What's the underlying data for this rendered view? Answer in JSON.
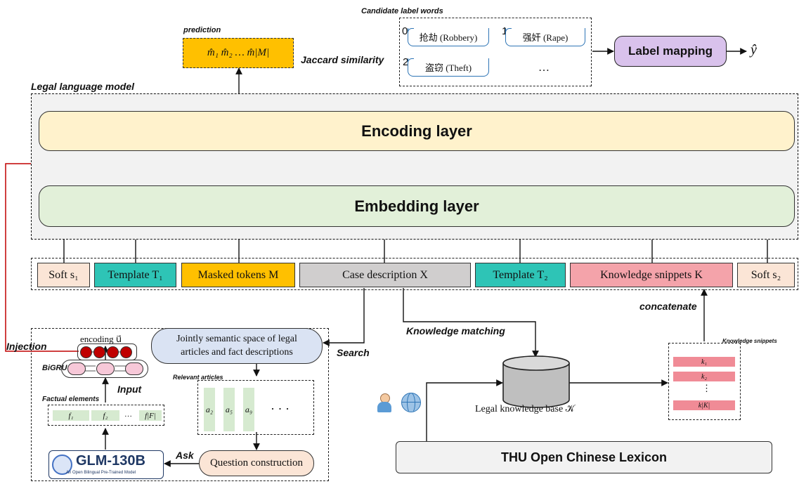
{
  "candidates": {
    "title": "Candidate label words",
    "items": [
      {
        "num": "0",
        "text": "抢劫 (Robbery)"
      },
      {
        "num": "1",
        "text": "强奸 (Rape)"
      },
      {
        "num": "2",
        "text": "盗窃 (Theft)"
      },
      {
        "num": "",
        "text": "…"
      }
    ]
  },
  "prediction": {
    "label": "prediction",
    "content": "m̂₁  m̂₂  …  m̂|M|"
  },
  "jaccard": "Jaccard similarity",
  "label_mapping": "Label mapping",
  "y_hat": "ŷ",
  "lm": {
    "title": "Legal language model",
    "encoding": "Encoding layer",
    "embedding": "Embedding layer"
  },
  "inputs": [
    "Soft s₁",
    "Template T₁",
    "Masked tokens M",
    "Case description X",
    "Template T₂",
    "Knowledge snippets K",
    "Soft s₂"
  ],
  "left": {
    "encoding": "encoding u⃗",
    "injection": "Injection",
    "bigru": "BiGRU",
    "input": "Input",
    "factual_title": "Factual elements",
    "factual": [
      "f₁",
      "f₂",
      "…",
      "f|F|"
    ],
    "glm_name": "GLM-130B",
    "glm_sub": "An Open Bilingual Pre-Trained Model",
    "ask": "Ask",
    "search": "Search",
    "joint": "Jointly semantic space of legal articles and fact descriptions",
    "relevant": "Relevant articles",
    "articles": [
      "a₂",
      "a₅",
      "a₉"
    ],
    "articles_more": "· · ·",
    "question": "Question construction"
  },
  "right": {
    "knowledge_matching": "Knowledge matching",
    "concatenate": "concatenate",
    "kb": "Legal knowledge base 𝒦",
    "snippets_title": "Knowledge snippets",
    "snippets": [
      "k₁",
      "k₂",
      "⋮",
      "k|K|"
    ],
    "lexicon": "THU Open Chinese Lexicon"
  },
  "colors": {
    "encoding_fill": "#fff2cc",
    "embedding_fill": "#e2f0d9",
    "soft": "#fbe5d6",
    "template": "#2ec4b6",
    "masked": "#ffc000",
    "case": "#d0cece",
    "knowledge": "#f4a3aa",
    "label_mapping": "#d9c2ec",
    "injection": "#c00000"
  }
}
